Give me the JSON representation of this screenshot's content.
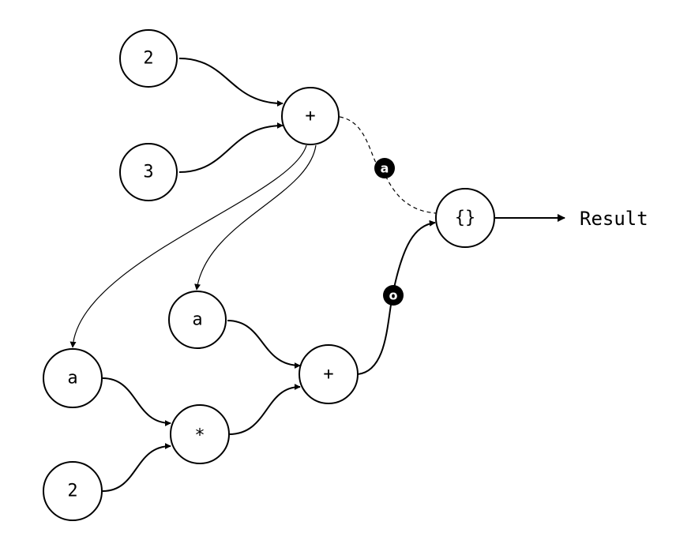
{
  "nodes": {
    "num_2_top": {
      "label": "2"
    },
    "num_3": {
      "label": "3"
    },
    "plus_top": {
      "label": "+"
    },
    "record": {
      "label": "{}"
    },
    "var_a_mid": {
      "label": "a"
    },
    "var_a_left": {
      "label": "a"
    },
    "plus_bottom": {
      "label": "+"
    },
    "multiply": {
      "label": "*"
    },
    "num_2_bottom": {
      "label": "2"
    }
  },
  "badges": {
    "field_a": {
      "label": "a"
    },
    "field_o": {
      "label": "o"
    }
  },
  "output": {
    "label": "Result"
  }
}
